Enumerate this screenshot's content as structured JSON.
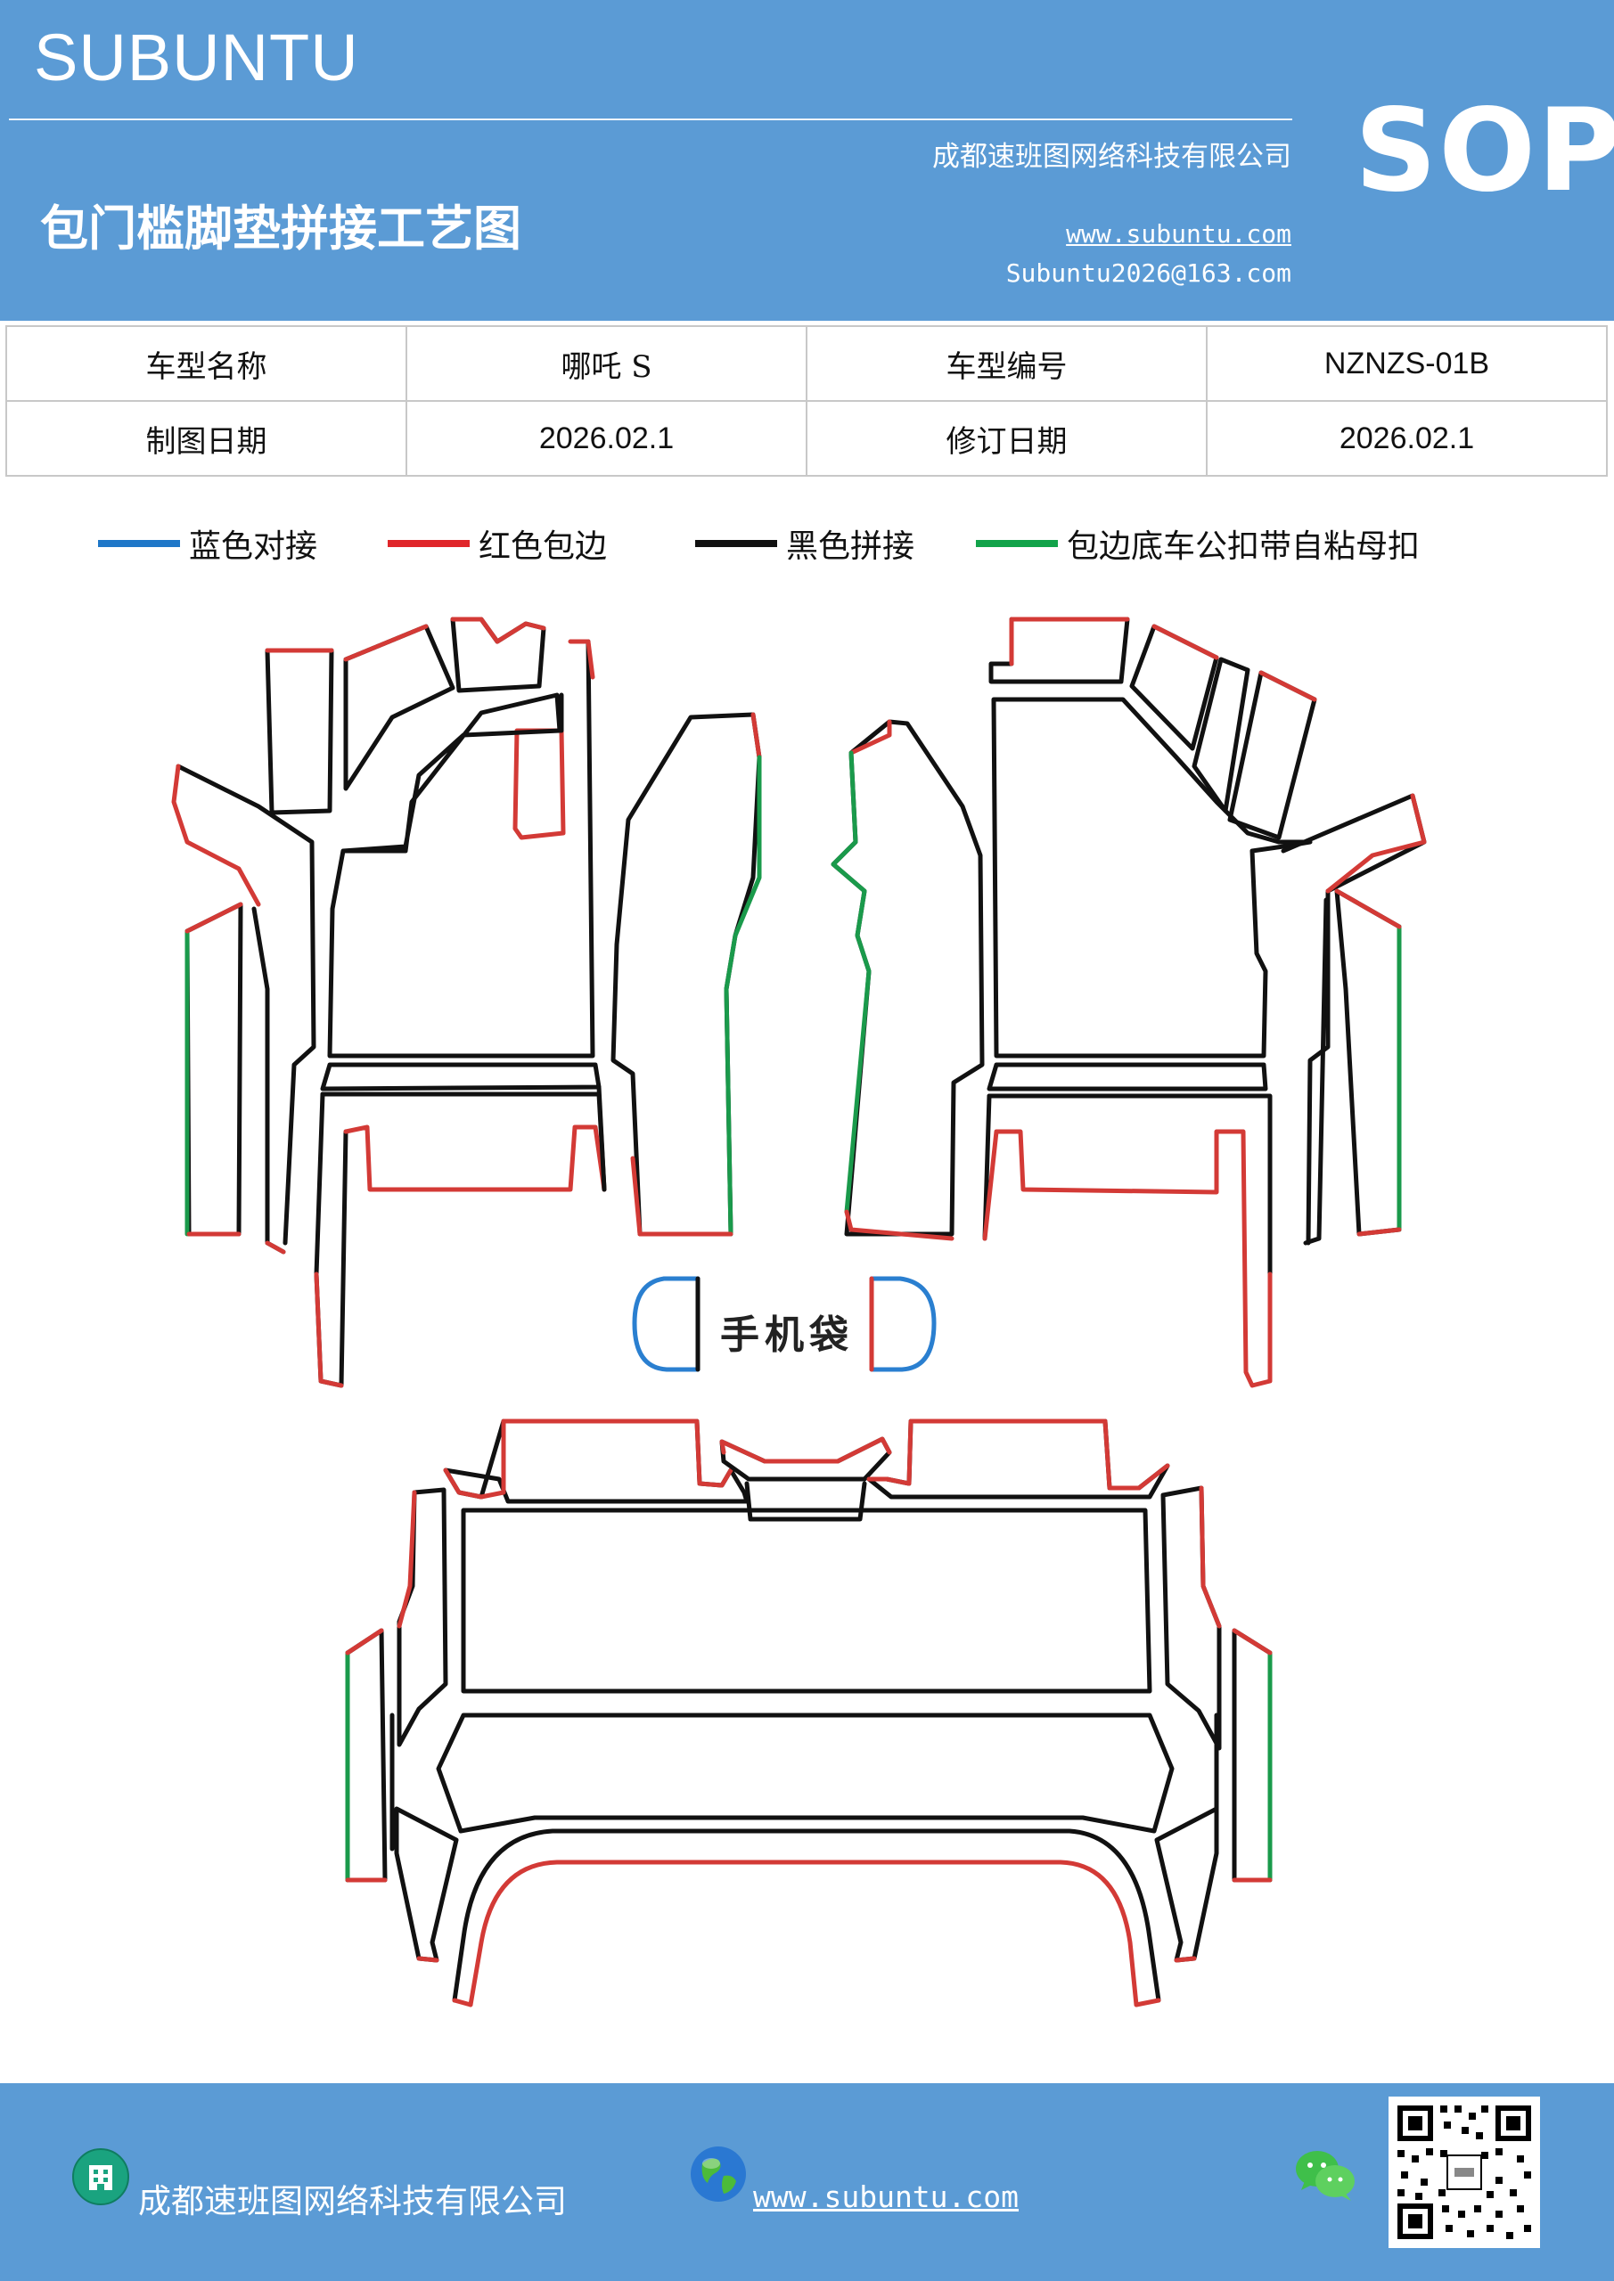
{
  "header": {
    "brand": "SUBUNTU",
    "company": "成都速班图网络科技有限公司",
    "title": "包门槛脚垫拼接工艺图",
    "website": "www.subuntu.com",
    "email": "Subuntu2026@163.com",
    "sop": "SOP"
  },
  "info_table": {
    "rows": [
      [
        "车型名称",
        "哪吒 S",
        "车型编号",
        "NZNZS-01B"
      ],
      [
        "制图日期",
        "2026.02.1",
        "修订日期",
        "2026.02.1"
      ]
    ]
  },
  "legend": [
    {
      "label": "蓝色对接",
      "color": "#1f77c8"
    },
    {
      "label": "红色包边",
      "color": "#e0262a"
    },
    {
      "label": "黑色拼接",
      "color": "#111111"
    },
    {
      "label": "包边底车公扣带自粘母扣",
      "color": "#12a34a"
    }
  ],
  "diagram": {
    "phone_pocket_label": "手机袋",
    "colors": {
      "red": "#d33a36",
      "black": "#111111",
      "green": "#1a9a4b",
      "blue": "#2a7fd0"
    }
  },
  "footer": {
    "company": "成都速班图网络科技有限公司",
    "website": "www.subuntu.com",
    "icons": [
      "building-icon",
      "globe-icon",
      "wechat-icon",
      "qr-code"
    ]
  }
}
